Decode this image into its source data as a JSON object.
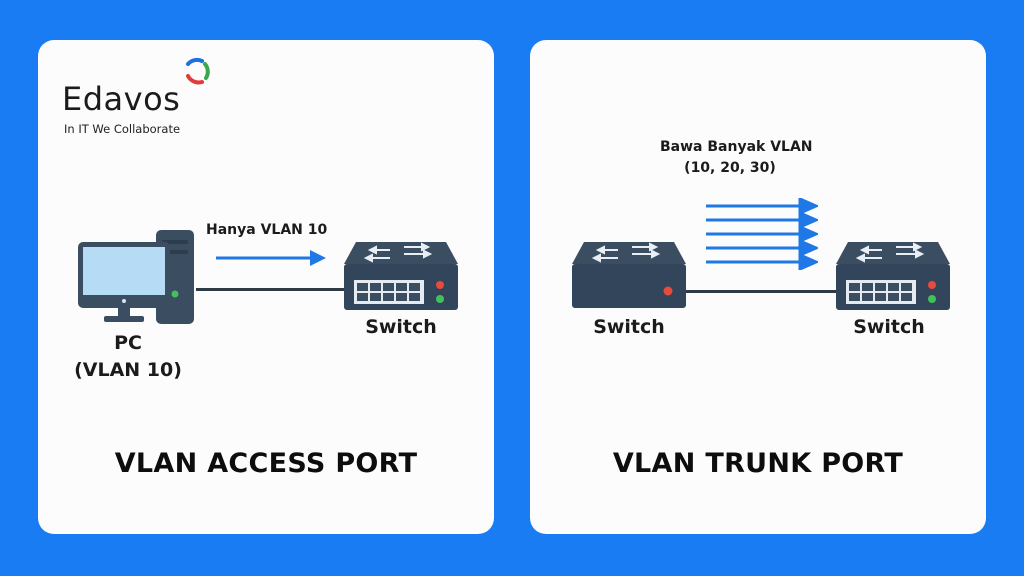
{
  "colors": {
    "background": "#1a7cf2",
    "panel": "#fcfcfc",
    "device": "#3b4d60",
    "device_dark": "#2e3d4e",
    "screen": "#b6dbf5",
    "arrow": "#1f78e6",
    "led_red": "#e84a3c",
    "led_green": "#43c05a",
    "cable": "#2e3a44"
  },
  "logo": {
    "name": "Edavos",
    "tagline": "In IT We Collaborate"
  },
  "access_panel": {
    "title": "VLAN ACCESS PORT",
    "flow_label": "Hanya VLAN 10",
    "pc": {
      "label": "PC",
      "vlan": "(VLAN 10)"
    },
    "switch": {
      "label": "Switch"
    },
    "arrow_count": 1
  },
  "trunk_panel": {
    "title": "VLAN TRUNK PORT",
    "flow_label_line1": "Bawa Banyak VLAN",
    "flow_label_line2": "(10, 20, 30)",
    "left_switch": {
      "label": "Switch"
    },
    "right_switch": {
      "label": "Switch"
    },
    "arrow_count": 5
  }
}
